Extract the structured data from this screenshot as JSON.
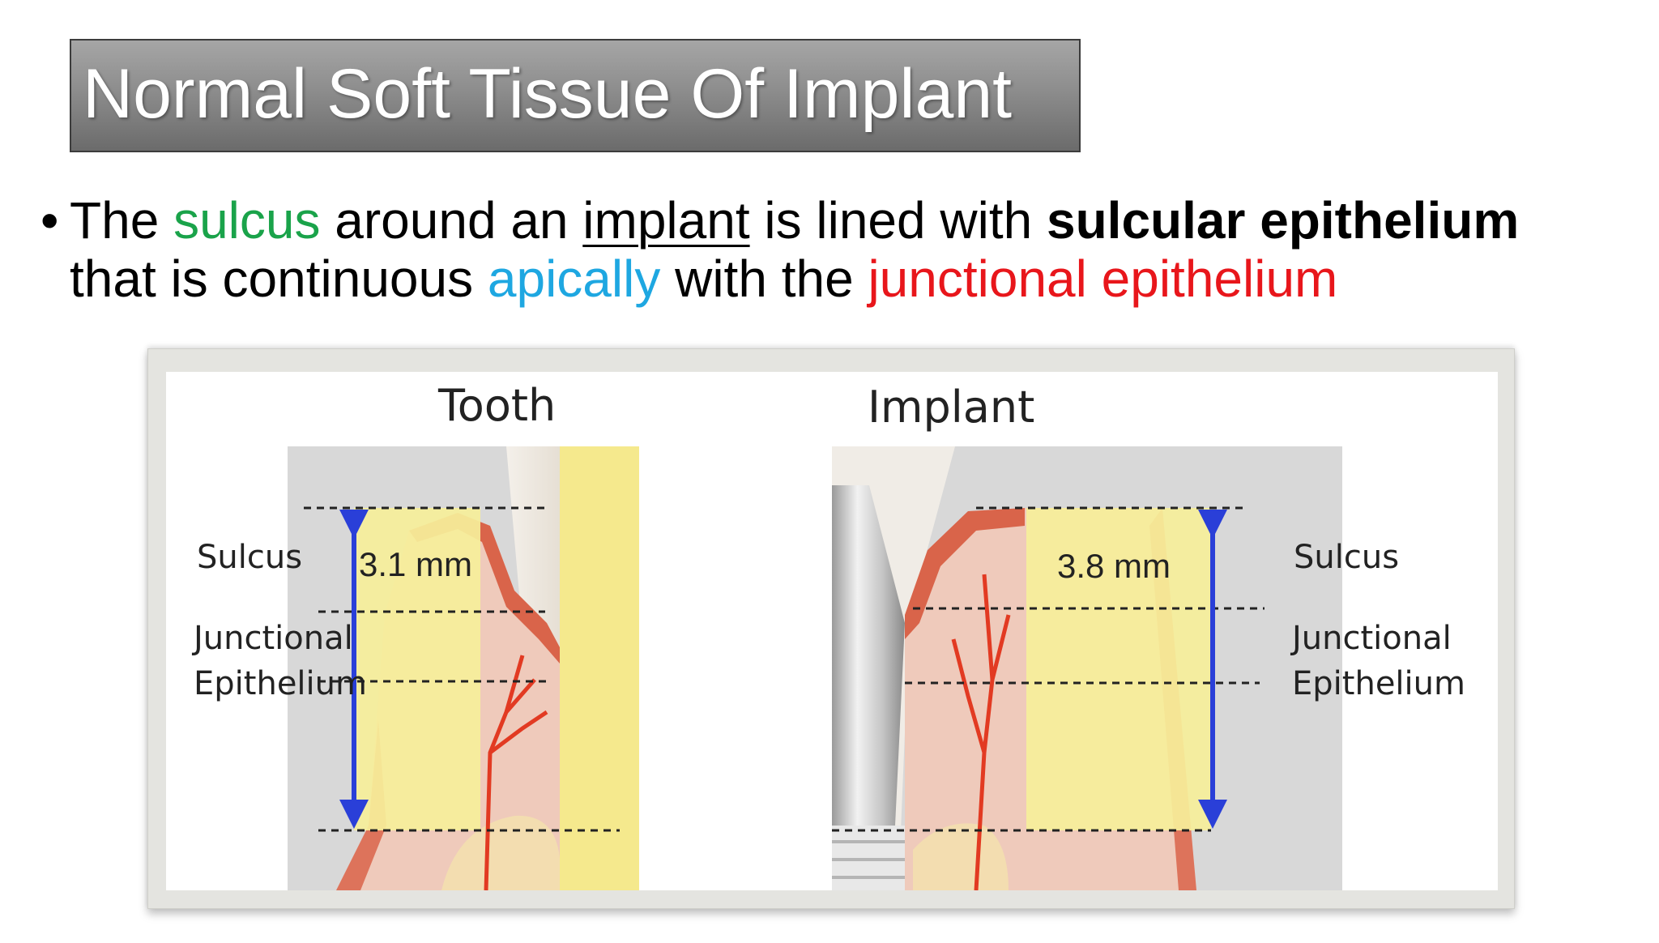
{
  "slide": {
    "title": "Normal Soft Tissue Of Implant",
    "bullet_symbol": "•",
    "bullet": {
      "line1": {
        "t1": "The ",
        "sulcus": "sulcus",
        "t2": " around an ",
        "implant": "implant",
        "t3": " is lined with ",
        "sulcular_epithelium": "sulcular epithelium"
      },
      "line2": {
        "t1": "that is continuous ",
        "apically": "apically",
        "t2": " with the ",
        "junctional_epithelium": "junctional epithelium"
      }
    }
  },
  "colors": {
    "sulcus": "#1aa34a",
    "apically": "#1ea7e1",
    "junctional_epithelium": "#e8161b",
    "yellow_zone": "#f6ef9a",
    "arrow": "#2a3fd8",
    "gingiva": "#e07a5f"
  },
  "figure": {
    "tooth": {
      "heading": "Tooth",
      "measurement": "3.1 mm",
      "labels": {
        "sulcus": "Sulcus",
        "junctional_1": "Junctional",
        "junctional_2": "Epithelium"
      }
    },
    "implant": {
      "heading": "Implant",
      "measurement": "3.8 mm",
      "labels": {
        "sulcus": "Sulcus",
        "junctional_1": "Junctional",
        "junctional_2": "Epithelium"
      }
    }
  }
}
